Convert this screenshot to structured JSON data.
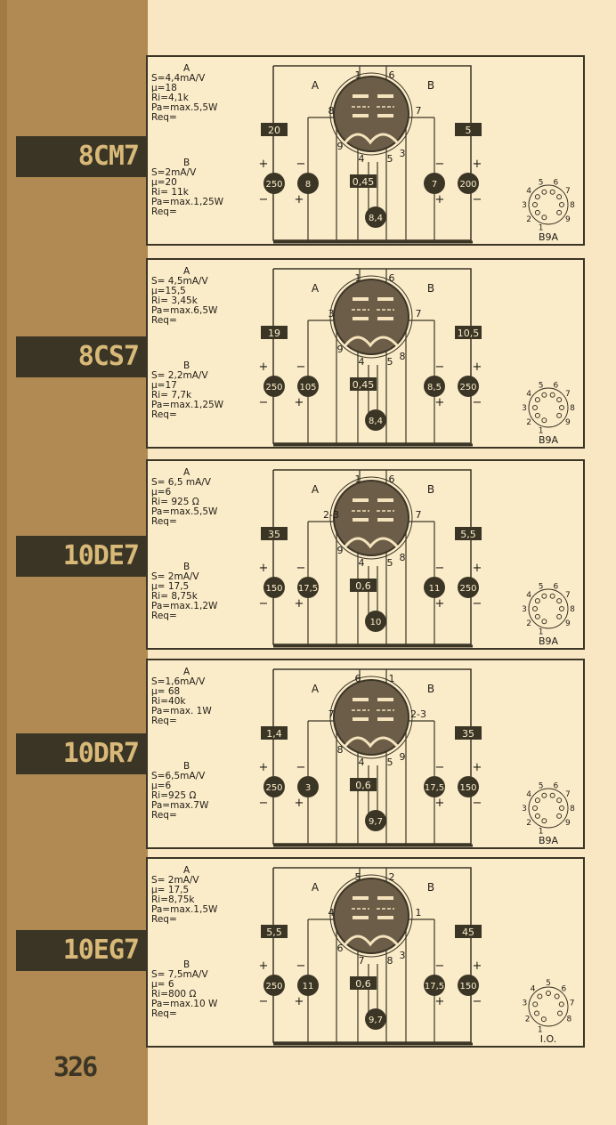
{
  "page_number": "326",
  "tubes": [
    {
      "name": "8CM7",
      "a": {
        "label": "A",
        "lines": [
          "S=4,4mA/V",
          "µ=18",
          "Ri=4,1k",
          "Pa=max.5,5W",
          "Req="
        ]
      },
      "b": {
        "label": "B",
        "lines": [
          "S=2mA/V",
          "µ=20",
          "Ri= 11k",
          "Pa=max.1,25W",
          "Req="
        ]
      },
      "pins": {
        "top_left": "1",
        "top_right": "6",
        "mid_left": "8",
        "mid_right": "7",
        "low_left": "9",
        "low_right": "3",
        "bot_left": "4",
        "bot_right": "5"
      },
      "values": {
        "left_top": "20",
        "right_top": "5",
        "ua_left": "250",
        "ug_left": "8",
        "heater": "0,45",
        "ug_right": "7",
        "ua_right": "200",
        "filament": "8,4"
      },
      "section_a": "A",
      "section_b": "B",
      "socket": {
        "name": "B9A",
        "pins": [
          "1",
          "2",
          "3",
          "4",
          "5",
          "6",
          "7",
          "8",
          "9"
        ]
      }
    },
    {
      "name": "8CS7",
      "a": {
        "label": "A",
        "lines": [
          "S= 4,5mA/V",
          "µ=15,5",
          "Ri= 3,45k",
          "Pa=max.6,5W",
          "Req="
        ]
      },
      "b": {
        "label": "B",
        "lines": [
          "S= 2,2mA/V",
          "µ=17",
          "Ri= 7,7k",
          "Pa=max.1,25W",
          "Req="
        ]
      },
      "pins": {
        "top_left": "1",
        "top_right": "6",
        "mid_left": "3",
        "mid_right": "7",
        "low_left": "9",
        "low_right": "8",
        "bot_left": "4",
        "bot_right": "5"
      },
      "values": {
        "left_top": "19",
        "right_top": "10,5",
        "ua_left": "250",
        "ug_left": "105",
        "heater": "0,45",
        "ug_right": "8,5",
        "ua_right": "250",
        "filament": "8,4"
      },
      "section_a": "A",
      "section_b": "B",
      "socket": {
        "name": "B9A",
        "pins": [
          "1",
          "2",
          "3",
          "4",
          "5",
          "6",
          "7",
          "8",
          "9"
        ]
      }
    },
    {
      "name": "10DE7",
      "a": {
        "label": "A",
        "lines": [
          "S= 6,5 mA/V",
          "µ=6",
          "Ri= 925 Ω",
          "Pa=max.5,5W",
          "Req="
        ]
      },
      "b": {
        "label": "B",
        "lines": [
          "S= 2mA/V",
          "µ= 17,5",
          "Ri= 8,75k",
          "Pa=max.1,2W",
          "Req="
        ]
      },
      "pins": {
        "top_left": "1",
        "top_right": "6",
        "mid_left": "2-3",
        "mid_right": "7",
        "low_left": "9",
        "low_right": "8",
        "bot_left": "4",
        "bot_right": "5"
      },
      "values": {
        "left_top": "35",
        "right_top": "5,5",
        "ua_left": "150",
        "ug_left": "17,5",
        "heater": "0,6",
        "ug_right": "11",
        "ua_right": "250",
        "filament": "10"
      },
      "section_a": "A",
      "section_b": "B",
      "socket": {
        "name": "B9A",
        "pins": [
          "1",
          "2",
          "3",
          "4",
          "5",
          "6",
          "7",
          "8",
          "9"
        ]
      }
    },
    {
      "name": "10DR7",
      "a": {
        "label": "A",
        "lines": [
          "S=1,6mA/V",
          "µ= 68",
          "Ri=40k",
          "Pa=max. 1W",
          "Req="
        ]
      },
      "b": {
        "label": "B",
        "lines": [
          "S=6,5mA/V",
          "µ=6",
          "Ri=925 Ω",
          "Pa=max.7W",
          "Req="
        ]
      },
      "pins": {
        "top_left": "6",
        "top_right": "1",
        "mid_left": "7",
        "mid_right": "2-3",
        "low_left": "8",
        "low_right": "9",
        "bot_left": "4",
        "bot_right": "5"
      },
      "values": {
        "left_top": "1,4",
        "right_top": "35",
        "ua_left": "250",
        "ug_left": "3",
        "heater": "0,6",
        "ug_right": "17,5",
        "ua_right": "150",
        "filament": "9,7"
      },
      "section_a": "A",
      "section_b": "B",
      "socket": {
        "name": "B9A",
        "pins": [
          "1",
          "2",
          "3",
          "4",
          "5",
          "6",
          "7",
          "8",
          "9"
        ]
      }
    },
    {
      "name": "10EG7",
      "a": {
        "label": "A",
        "lines": [
          "S= 2mA/V",
          "µ= 17,5",
          "Ri=8,75k",
          "Pa=max.1,5W",
          "Req="
        ]
      },
      "b": {
        "label": "B",
        "lines": [
          "S= 7,5mA/V",
          "µ= 6",
          "Ri=800 Ω",
          "Pa=max.10 W",
          "Req="
        ]
      },
      "pins": {
        "top_left": "5",
        "top_right": "2",
        "mid_left": "4",
        "mid_right": "1",
        "low_left": "6",
        "low_right": "3",
        "bot_left": "7",
        "bot_right": "8"
      },
      "values": {
        "left_top": "5,5",
        "right_top": "45",
        "ua_left": "250",
        "ug_left": "11",
        "heater": "0,6",
        "ug_right": "17,5",
        "ua_right": "150",
        "filament": "9,7"
      },
      "section_a": "A",
      "section_b": "B",
      "socket": {
        "name": "I.O.",
        "pins": [
          "1",
          "2",
          "3",
          "4",
          "5",
          "6",
          "7",
          "8"
        ]
      }
    }
  ],
  "signs": {
    "plus": "+",
    "minus": "−"
  },
  "colors": {
    "paper": "#f9e6c2",
    "spine": "#b08a52",
    "ink": "#3b3526",
    "label_text": "#d9b978",
    "tube_fill": "#6b5d48"
  }
}
